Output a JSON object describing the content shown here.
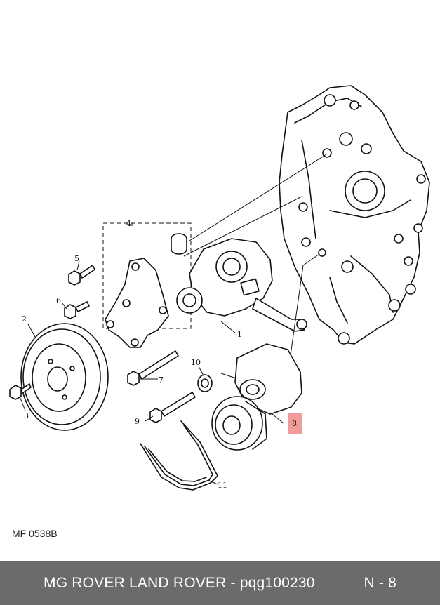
{
  "diagram": {
    "callouts": [
      "1",
      "2",
      "3",
      "4",
      "5",
      "6",
      "7",
      "8",
      "9",
      "10",
      "11"
    ],
    "highlight_color": "#f08a8a",
    "reference_code": "MF 0538B"
  },
  "footer": {
    "title": "MG ROVER LAND ROVER - pqg100230",
    "position": "N - 8",
    "background": "#6b6b6b"
  }
}
